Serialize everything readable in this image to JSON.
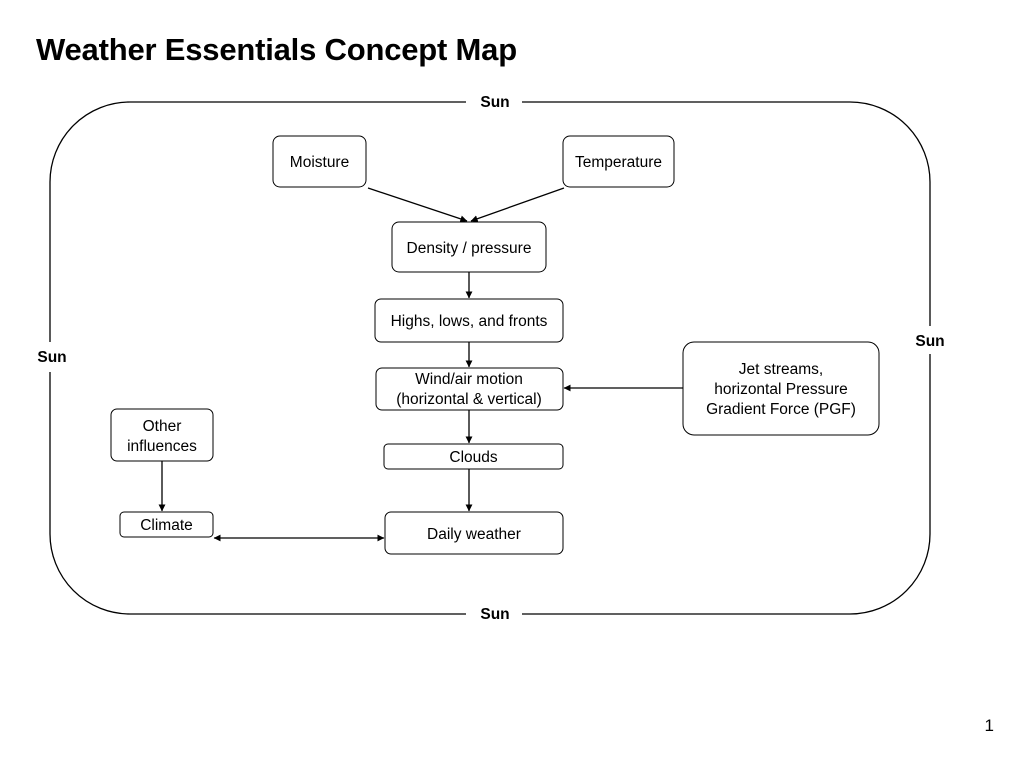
{
  "slide": {
    "title": "Weather Essentials Concept Map",
    "page_number": "1"
  },
  "frame": {
    "sun_top": "Sun",
    "sun_bottom": "Sun",
    "sun_left": "Sun",
    "sun_right": "Sun"
  },
  "nodes": {
    "moisture": "Moisture",
    "temperature": "Temperature",
    "density": "Density / pressure",
    "highs_lows": "Highs, lows, and fronts",
    "wind": [
      "Wind/air motion",
      "(horizontal & vertical)"
    ],
    "jet_streams": [
      "Jet streams,",
      "horizontal Pressure",
      "Gradient Force (PGF)"
    ],
    "other_influences": [
      "Other",
      "influences"
    ],
    "clouds": "Clouds",
    "climate": "Climate",
    "daily_weather": "Daily weather"
  },
  "edges": [
    {
      "from": "moisture",
      "to": "density",
      "direction": "forward"
    },
    {
      "from": "temperature",
      "to": "density",
      "direction": "forward"
    },
    {
      "from": "density",
      "to": "highs_lows",
      "direction": "forward"
    },
    {
      "from": "highs_lows",
      "to": "wind",
      "direction": "forward"
    },
    {
      "from": "jet_streams",
      "to": "wind",
      "direction": "forward"
    },
    {
      "from": "wind",
      "to": "clouds",
      "direction": "forward"
    },
    {
      "from": "clouds",
      "to": "daily_weather",
      "direction": "forward"
    },
    {
      "from": "other_influences",
      "to": "climate",
      "direction": "forward"
    },
    {
      "from": "climate",
      "to": "daily_weather",
      "direction": "both"
    }
  ]
}
